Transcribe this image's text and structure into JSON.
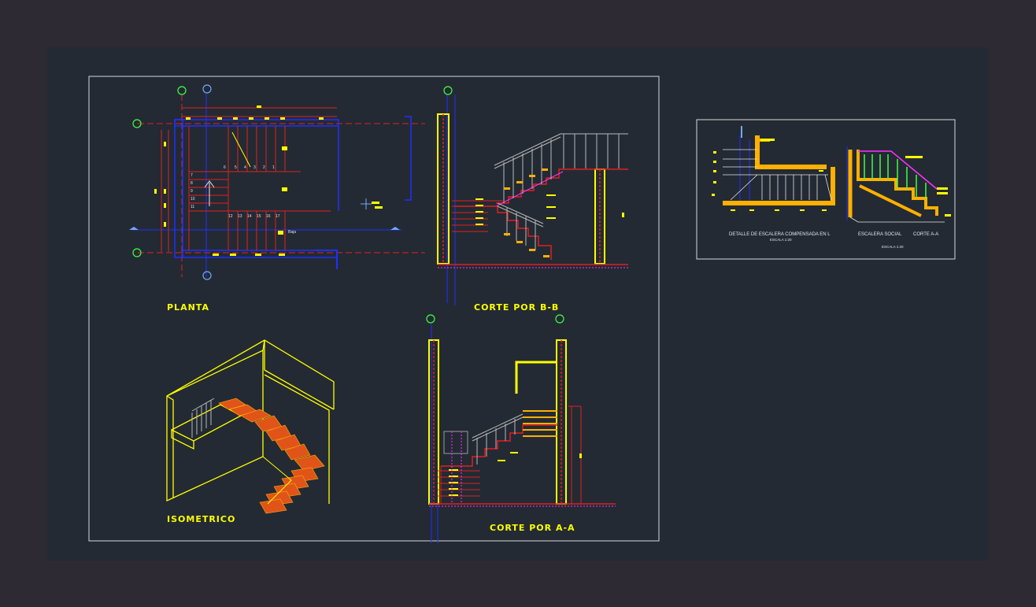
{
  "drawing": {
    "views": {
      "plan": "PLANTA",
      "section_bb": "CORTE POR B-B",
      "isometric": "ISOMETRICO",
      "section_aa": "CORTE POR A-A"
    },
    "plan_numbers": {
      "flight1": [
        "7",
        "8",
        "9",
        "10",
        "11"
      ],
      "flight2": [
        "6",
        "5",
        "4",
        "3",
        "2",
        "1"
      ],
      "flight3": [
        "12",
        "13",
        "14",
        "15",
        "16",
        "17"
      ]
    },
    "plan_tag": "Baja",
    "detail": {
      "caption_left": "DETALLE DE ESCALERA COMPENSADA EN L",
      "scale_left": "ESCALA 1:20",
      "caption_mid": "ESCALERA SOCIAL",
      "caption_right": "CORTE A-A",
      "scale_right": "ESCALA 1:20"
    }
  },
  "colors": {
    "background": "#232a33",
    "frame": "#d8d8d8",
    "yellow": "#ffff00",
    "red": "#e02020",
    "orange": "#ffb000",
    "blue": "#2030ff",
    "green": "#40ff40",
    "magenta": "#ff30ff",
    "grey": "#b8b8b8"
  }
}
